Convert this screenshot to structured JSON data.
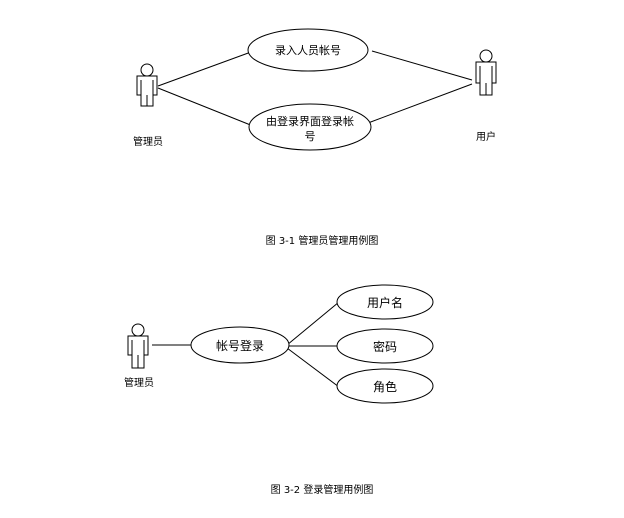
{
  "figure1": {
    "actor_left": "管理员",
    "actor_right": "用户",
    "use_case_1": "录入人员帐号",
    "use_case_2_line1": "由登录界面登录帐",
    "use_case_2_line2": "号",
    "caption": "图 3-1  管理员管理用例图"
  },
  "figure2": {
    "actor": "管理员",
    "main_use_case": "帐号登录",
    "sub_use_cases": [
      "用户名",
      "密码",
      "角色"
    ],
    "caption": "图 3-2  登录管理用例图"
  }
}
